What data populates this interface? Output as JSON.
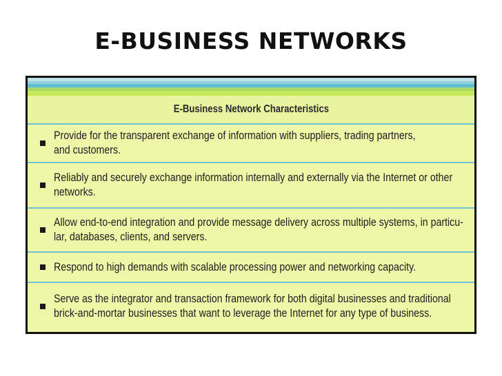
{
  "slide": {
    "title": "E-BUSINESS NETWORKS"
  },
  "table": {
    "header": "E-Business Network Characteristics",
    "rows": [
      {
        "lines": [
          "Provide for the transparent exchange of information with suppliers, trading partners,",
          "and customers."
        ]
      },
      {
        "lines": [
          "Reliably and securely exchange information internally and externally via the Internet or other",
          "networks."
        ]
      },
      {
        "lines": [
          "Allow end-to-end integration and provide message delivery across multiple systems, in particu-",
          "lar, databases, clients, and servers."
        ]
      },
      {
        "lines": [
          "Respond to high demands with scalable processing power and networking capacity."
        ]
      },
      {
        "lines": [
          "Serve as the integrator and transaction framework for both digital businesses and traditional",
          "brick-and-mortar businesses that want to leverage the Internet for any type of business."
        ]
      }
    ]
  },
  "colors": {
    "table_background": "#eef7a8",
    "row_divider": "#6cc1d6",
    "border": "#111111"
  }
}
